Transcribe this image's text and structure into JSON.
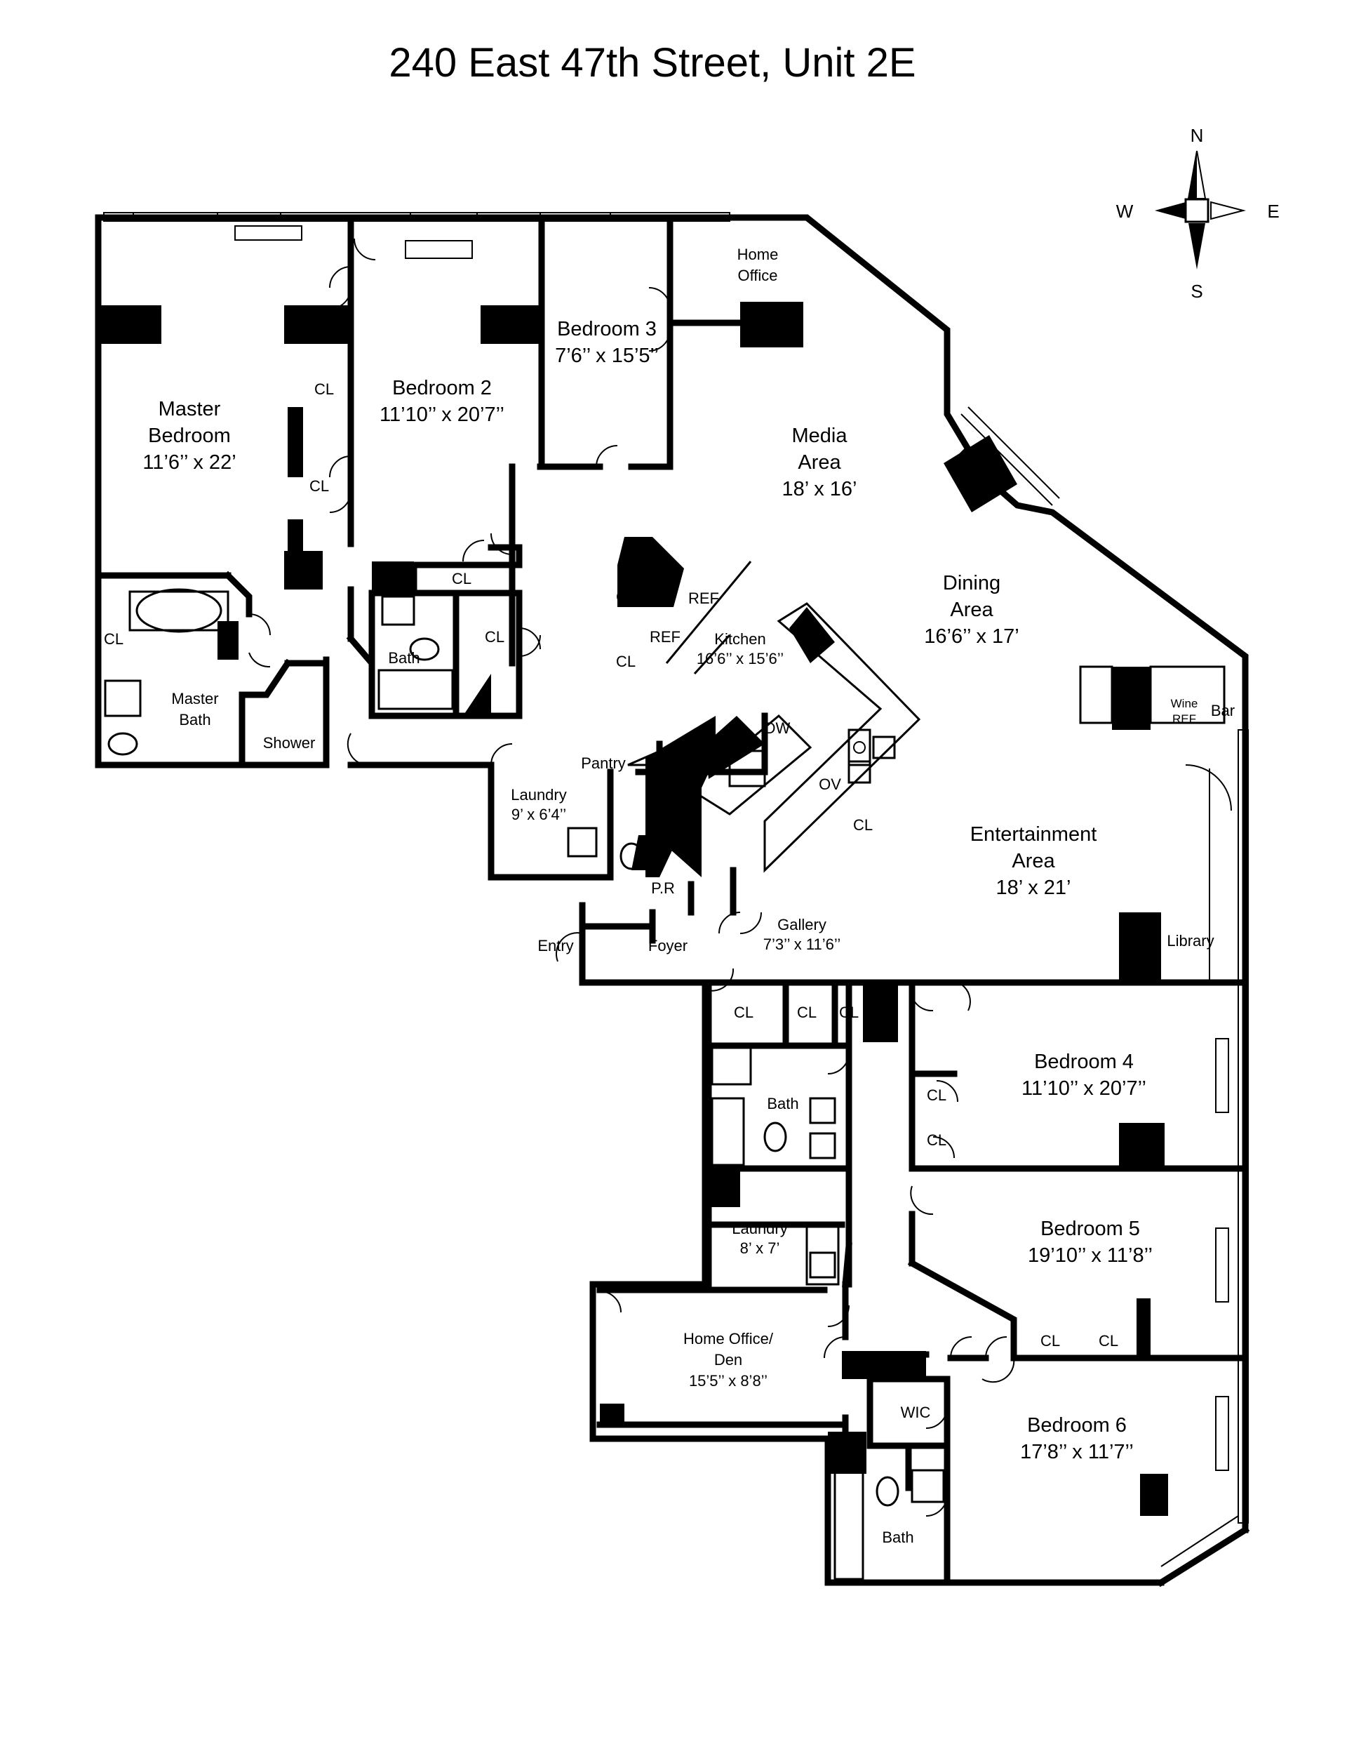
{
  "title": "240 East 47th Street, Unit 2E",
  "compass": {
    "n": "N",
    "s": "S",
    "e": "E",
    "w": "W"
  },
  "rooms": {
    "master_bedroom": {
      "name_1": "Master",
      "name_2": "Bedroom",
      "dims": "11’6’’ x 22’"
    },
    "bedroom_2": {
      "name": "Bedroom 2",
      "dims": "11’10’’ x 20’7’’"
    },
    "bedroom_3": {
      "name": "Bedroom 3",
      "dims": "7’6’’ x 15’5’’"
    },
    "home_office": {
      "name_1": "Home",
      "name_2": "Office"
    },
    "media_area": {
      "name_1": "Media",
      "name_2": "Area",
      "dims": "18’ x 16’"
    },
    "dining_area": {
      "name_1": "Dining",
      "name_2": "Area",
      "dims": "16’6’’ x 17’"
    },
    "kitchen": {
      "name": "Kitchen",
      "dims": "16’6’’ x 15’6’’"
    },
    "master_bath": {
      "name_1": "Master",
      "name_2": "Bath"
    },
    "shower": "Shower",
    "bath_1": "Bath",
    "bath_2": "Bath",
    "bath_3": "Bath",
    "pantry": "Pantry",
    "laundry_1": {
      "name": "Laundry",
      "dims": "9’ x 6’4’’"
    },
    "laundry_2": {
      "name": "Laundry",
      "dims": "8’ x 7’"
    },
    "powder_room": "P.R",
    "entry": "Entry",
    "foyer": "Foyer",
    "gallery": {
      "name": "Gallery",
      "dims": "7’3’’ x 11’6’’"
    },
    "entertainment_area": {
      "name_1": "Entertainment",
      "name_2": "Area",
      "dims": "18’ x 21’"
    },
    "library": "Library",
    "wine_ref_1": "Wine",
    "wine_ref_2": "REF",
    "bar": "Bar",
    "bedroom_4": {
      "name": "Bedroom 4",
      "dims": "11’10’’ x 20’7’’"
    },
    "bedroom_5": {
      "name": "Bedroom 5",
      "dims": "19’10’’ x 11’8’’"
    },
    "bedroom_6": {
      "name": "Bedroom 6",
      "dims": "17’8’’ x 11’7’’"
    },
    "home_office_den": {
      "name_1": "Home Office/",
      "name_2": "Den",
      "dims": "15’5’’ x 8’8’’"
    },
    "wic": "WIC"
  },
  "fixtures": {
    "closet": "CL",
    "refrigerator": "REF",
    "dishwasher": "DW",
    "oven": "OV"
  }
}
